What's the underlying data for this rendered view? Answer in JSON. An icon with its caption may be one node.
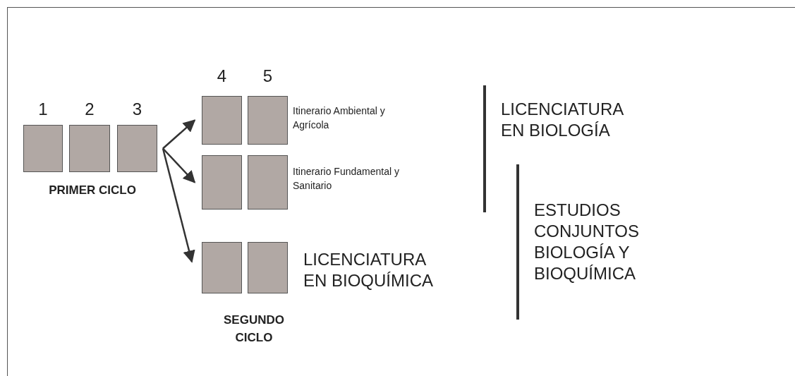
{
  "diagram": {
    "nodes": [
      {
        "text": [],
        "shape": "box",
        "beside": [
          "1"
        ]
      },
      {
        "text": [],
        "shape": "box",
        "beside": [
          "2"
        ]
      },
      {
        "text": [],
        "shape": "box",
        "beside": [
          "3"
        ]
      },
      {
        "text": [],
        "shape": "box",
        "beside": [
          "4"
        ]
      },
      {
        "text": [],
        "shape": "box",
        "beside": [
          "5"
        ]
      },
      {
        "text": [],
        "shape": "box"
      },
      {
        "text": [],
        "shape": "box"
      },
      {
        "text": [],
        "shape": "box"
      },
      {
        "text": [],
        "shape": "box"
      }
    ],
    "edges": [
      {
        "from": 2,
        "to": 3,
        "arrow": "to"
      },
      {
        "from": 2,
        "to": 5,
        "arrow": "to"
      },
      {
        "from": 2,
        "to": 7,
        "arrow": "to"
      }
    ],
    "labels": [
      "PRIMER CICLO",
      "Itinerario Ambiental y Agrícola",
      "LICENCIATURA EN BIOLOGÍA",
      "Itinerario Fundamental y Sanitario",
      "ESTUDIOS CONJUNTOS BIOLOGÍA Y BIOQUÍMICA",
      "LICENCIATURA EN BIOQUÍMICA",
      "SEGUNDO CICLO"
    ]
  }
}
